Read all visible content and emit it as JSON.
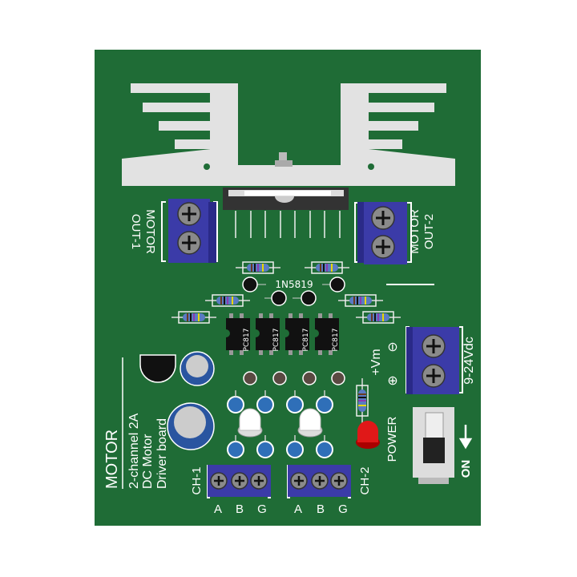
{
  "board": {
    "pcb_color": "#1f6c36",
    "title": "MOTOR",
    "subtitle_lines": [
      "2-channel 2A",
      "DC Motor",
      "Driver board"
    ],
    "motor_out_1": [
      "MOTOR",
      "OUT-1"
    ],
    "motor_out_2": [
      "MOTOR",
      "OUT-2"
    ],
    "diode_label": "1N5819",
    "optocouplers": [
      "PC817",
      "PC817",
      "PC817",
      "PC817"
    ],
    "vm_label": "+Vm",
    "minus_symbol": "⊖",
    "plus_symbol": "⊕",
    "voltage_label": "9-24Vdc",
    "power_label": "POWER",
    "switch_on_label": "ON",
    "ch1_label": "CH-1",
    "ch2_label": "CH-2",
    "pins": [
      "A",
      "B",
      "G"
    ]
  }
}
